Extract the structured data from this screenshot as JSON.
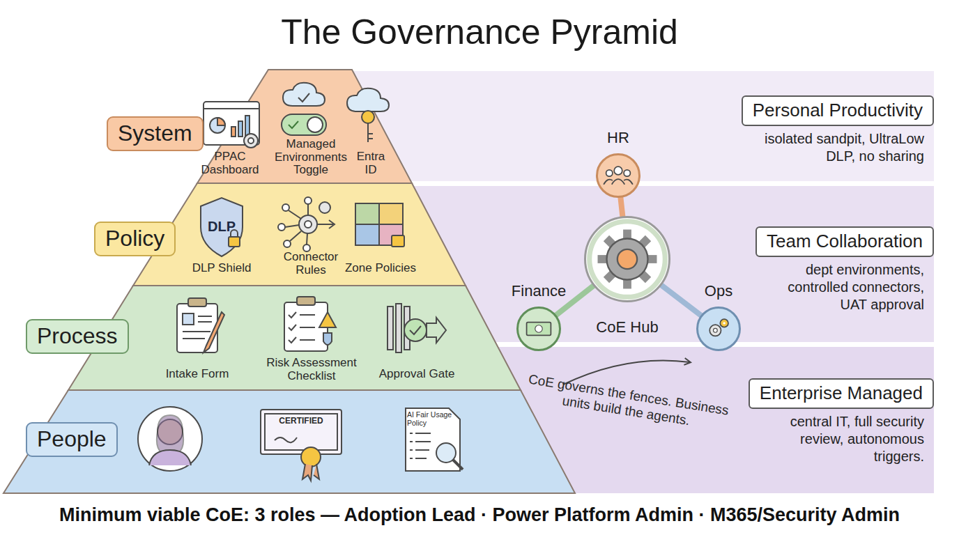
{
  "diagram": {
    "title": "The Governance Pyramid",
    "caption": "Minimum viable CoE: 3 roles — Adoption Lead · Power Platform Admin · M365/Security Admin",
    "nodes": [
      {
        "text": [
          "System"
        ]
      },
      {
        "text": [
          "Policy"
        ]
      },
      {
        "text": [
          "Process"
        ]
      },
      {
        "text": [
          "People"
        ]
      },
      {
        "text": [
          "HR"
        ]
      },
      {
        "text": [
          "Finance"
        ]
      },
      {
        "text": [
          "CoE Hub"
        ]
      },
      {
        "text": [
          "Ops"
        ]
      },
      {
        "text": [
          "Personal Productivity",
          "isolated sandpit, UltraLow DLP, no sharing"
        ]
      },
      {
        "text": [
          "Team Collaboration",
          "dept environments, controlled connectors, UAT approval"
        ]
      },
      {
        "text": [
          "Enterprise Managed",
          "central IT, full security review, autonomous triggers."
        ]
      }
    ],
    "edges": [
      {
        "from": 6,
        "to": 4,
        "arrow": "none"
      },
      {
        "from": 6,
        "to": 5,
        "arrow": "none"
      },
      {
        "from": 6,
        "to": 7,
        "arrow": "none"
      }
    ],
    "labels": [
      "PPAC Dashboard",
      "Managed Environments Toggle",
      "Entra ID",
      "DLP",
      "DLP Shield",
      "Connector Rules",
      "Zone Policies",
      "Intake Form",
      "Risk Assessment Checklist",
      "Approval Gate",
      "CERTIFIED",
      "AI Fair Usage Policy",
      "CoE governs the fences. Business units build the agents."
    ]
  }
}
